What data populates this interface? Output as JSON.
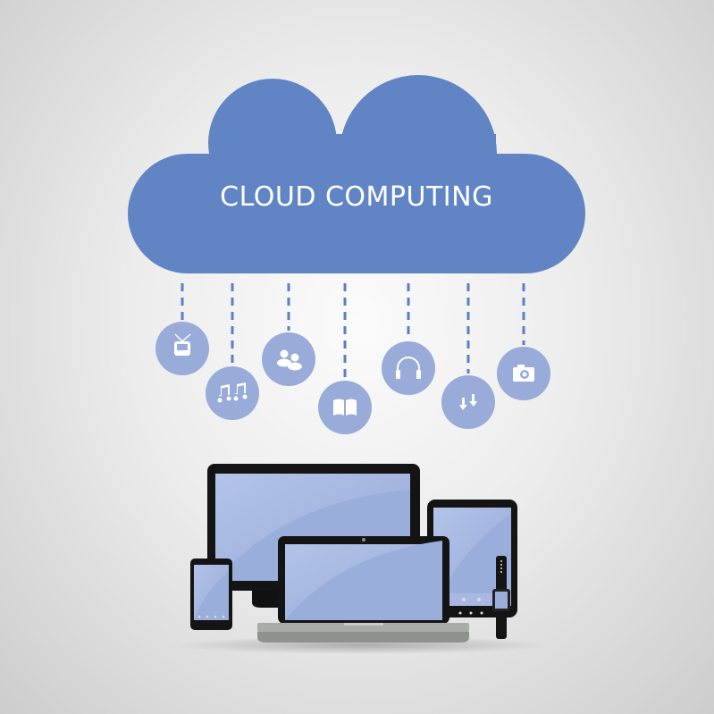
{
  "cloud": {
    "title": "CLOUD COMPUTING",
    "color": "#6185c4"
  },
  "services": [
    {
      "icon": "tv-icon"
    },
    {
      "icon": "music-notes-icon"
    },
    {
      "icon": "users-icon"
    },
    {
      "icon": "book-icon"
    },
    {
      "icon": "headphones-icon"
    },
    {
      "icon": "sync-arrows-icon"
    },
    {
      "icon": "camera-icon"
    }
  ],
  "devices": [
    "desktop-monitor",
    "laptop",
    "tablet",
    "smartphone",
    "smartwatch"
  ],
  "colors": {
    "icon_circle": "#98abd9",
    "screen": "#9aaedc",
    "screen_highlight": "#b3c3e8",
    "device_body": "#141414"
  }
}
